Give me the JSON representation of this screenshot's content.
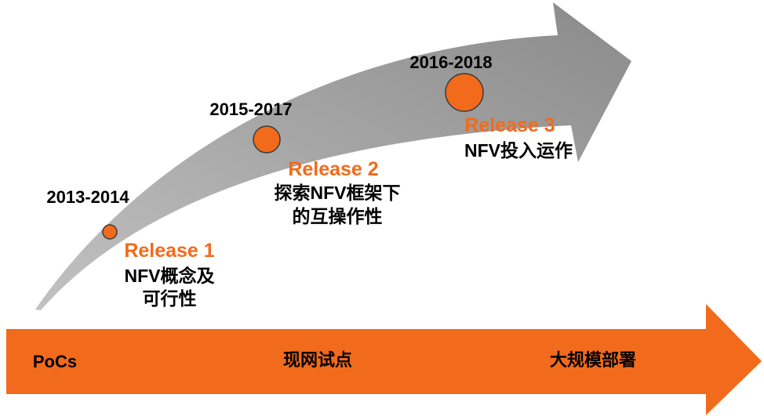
{
  "colors": {
    "accent": "#F26A1B",
    "marker_outline": "#3a3a3a",
    "arrow_gray_light": "#c2c2c2",
    "arrow_gray_dark": "#8a8a8a",
    "text": "#000000"
  },
  "milestones": [
    {
      "period": "2013-2014",
      "release": "Release 1",
      "desc": [
        "NFV概念及",
        "可行性"
      ]
    },
    {
      "period": "2015-2017",
      "release": "Release 2",
      "desc": [
        "探索NFV框架下",
        "的互操作性"
      ]
    },
    {
      "period": "2016-2018",
      "release": "Release 3",
      "desc": [
        "NFV投入运作"
      ]
    }
  ],
  "phases": [
    "PoCs",
    "现网试点",
    "大规模部署"
  ]
}
